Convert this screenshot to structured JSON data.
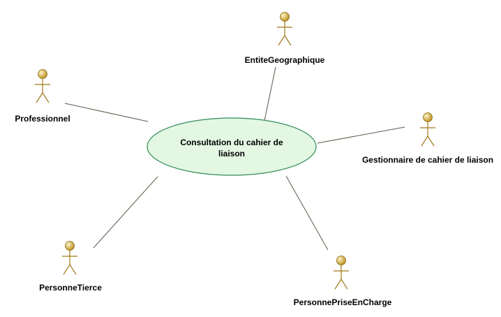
{
  "colors": {
    "usecase_fill": "#e3f7e3",
    "usecase_stroke": "#2e8b57",
    "actor_head_light": "#fff6c8",
    "actor_head_dark": "#b88a18",
    "actor_line": "#a07818",
    "association": "#5a5a4a"
  },
  "usecase": {
    "line1": "Consultation du cahier de",
    "line2": "liaison"
  },
  "actors": {
    "entite": {
      "label": "EntiteGeographique",
      "icon": "actor-icon"
    },
    "professionnel": {
      "label": "Professionnel",
      "icon": "actor-icon"
    },
    "gestionnaire": {
      "label": "Gestionnaire de cahier de liaison",
      "icon": "actor-icon"
    },
    "tierce": {
      "label": "PersonneTierce",
      "icon": "actor-icon"
    },
    "prise": {
      "label": "PersonnePriseEnCharge",
      "icon": "actor-icon"
    }
  }
}
